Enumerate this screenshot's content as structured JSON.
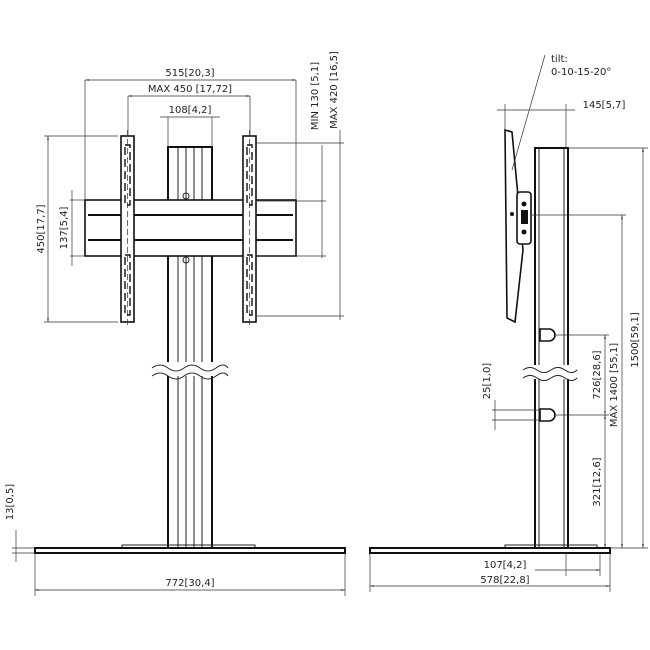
{
  "front_view": {
    "overall_width": "515[20,3]",
    "max_hole_spacing": "MAX 450 [17,72]",
    "column_width": "108[4,2]",
    "min_vertical": "MIN 130 [5,1]",
    "max_vertical": "MAX 420 [16,5]",
    "bracket_height": "450[17,7]",
    "crossbar_height": "137[5,4]",
    "base_thickness": "13[0,5]",
    "base_width": "772[30,4]"
  },
  "side_view": {
    "tilt_label": "tilt:",
    "tilt_values": "0-10-15-20°",
    "depth_offset": "145[5,7]",
    "total_height": "1500[59,1]",
    "max_mount_height": "MAX 1400 [55,1]",
    "hook_spacing": "726[28,6]",
    "hook_height": "321[12,6]",
    "hook_size": "25[1,0]",
    "column_depth": "107[4,2]",
    "base_depth": "578[22,8]"
  }
}
